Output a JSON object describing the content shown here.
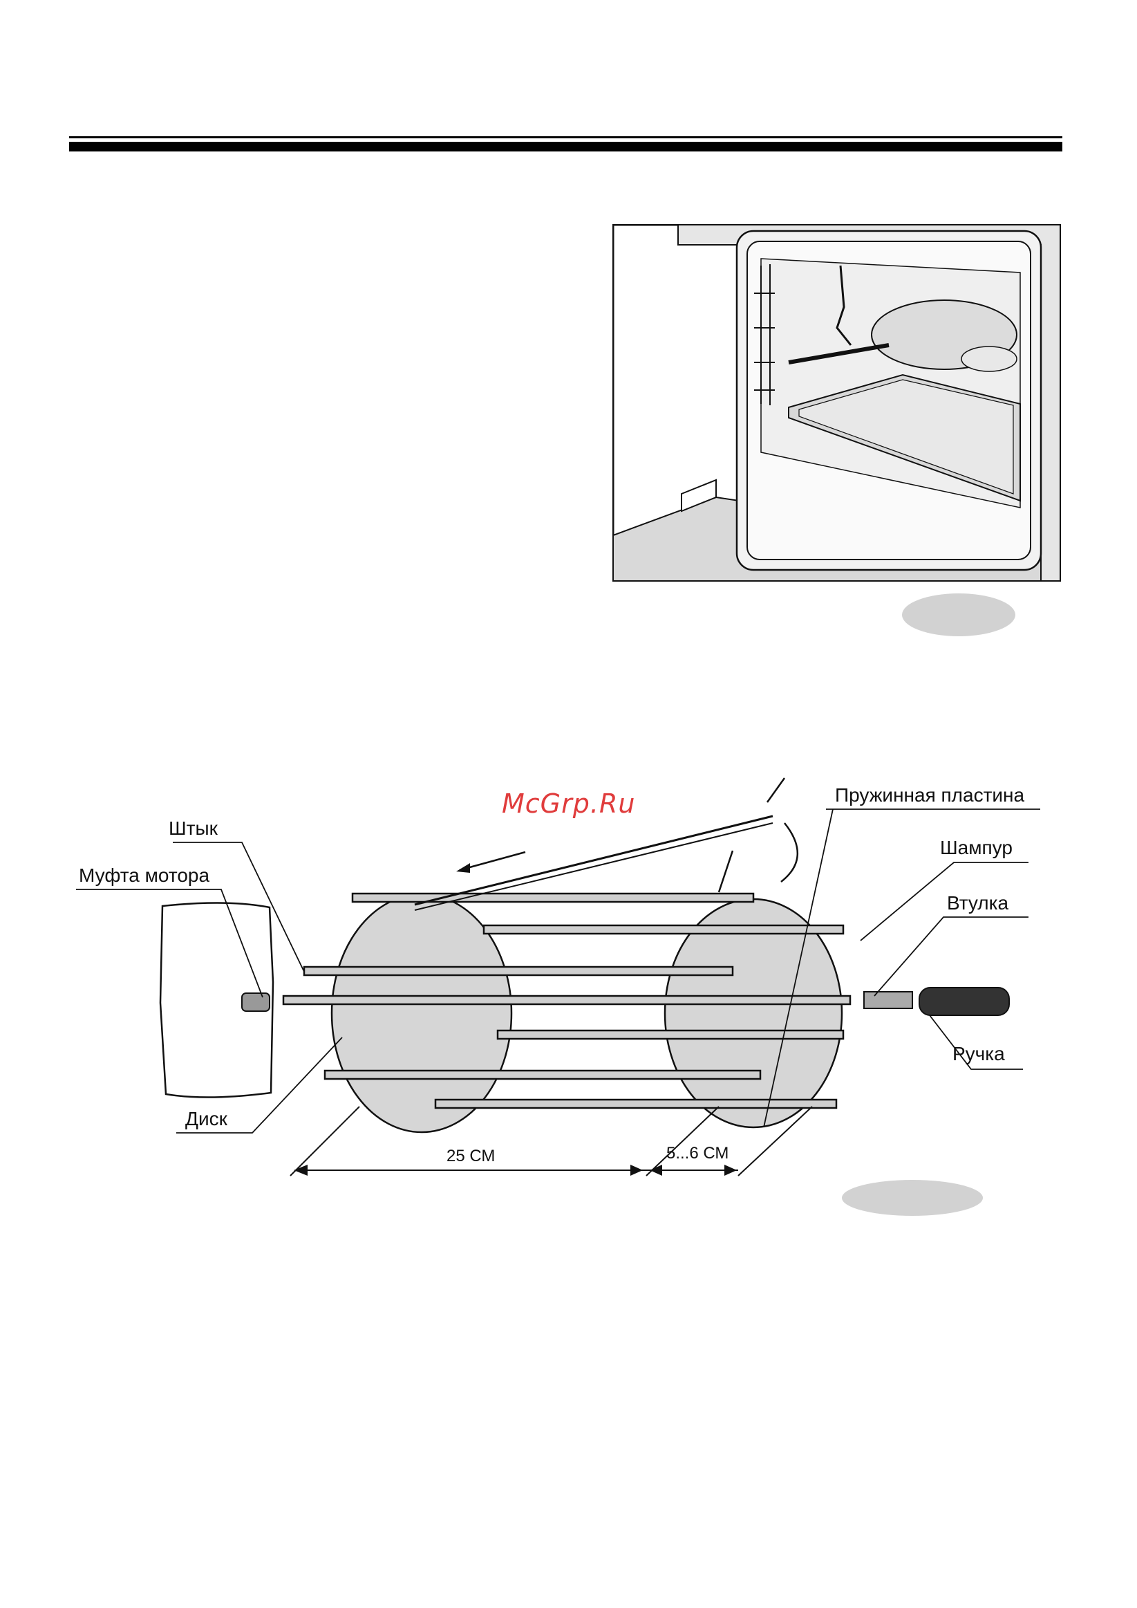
{
  "watermark": "McGrp.Ru",
  "labels": {
    "shtyk": "Штык",
    "mufta": "Муфта мотора",
    "disk": "Диск",
    "plastina": "Пружинная пластина",
    "shampur": "Шампур",
    "vtulka": "Втулка",
    "ruchka": "Ручка"
  },
  "dimensions": {
    "length": "25 СМ",
    "gap": "5...6 СМ"
  }
}
